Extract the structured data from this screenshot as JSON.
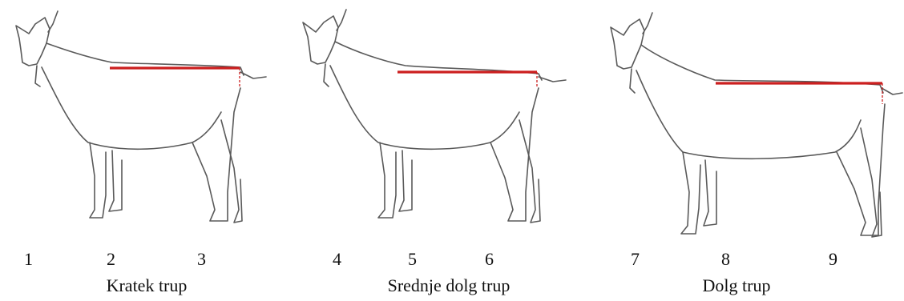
{
  "panels": [
    {
      "scores": [
        "1",
        "2",
        "3"
      ],
      "caption": "Kratek trup"
    },
    {
      "scores": [
        "4",
        "5",
        "6"
      ],
      "caption": "Srednje dolg trup"
    },
    {
      "scores": [
        "7",
        "8",
        "9"
      ],
      "caption": "Dolg trup"
    }
  ],
  "colors": {
    "measure_line": "#cc1f1f",
    "outline": "#5a5a5a"
  }
}
